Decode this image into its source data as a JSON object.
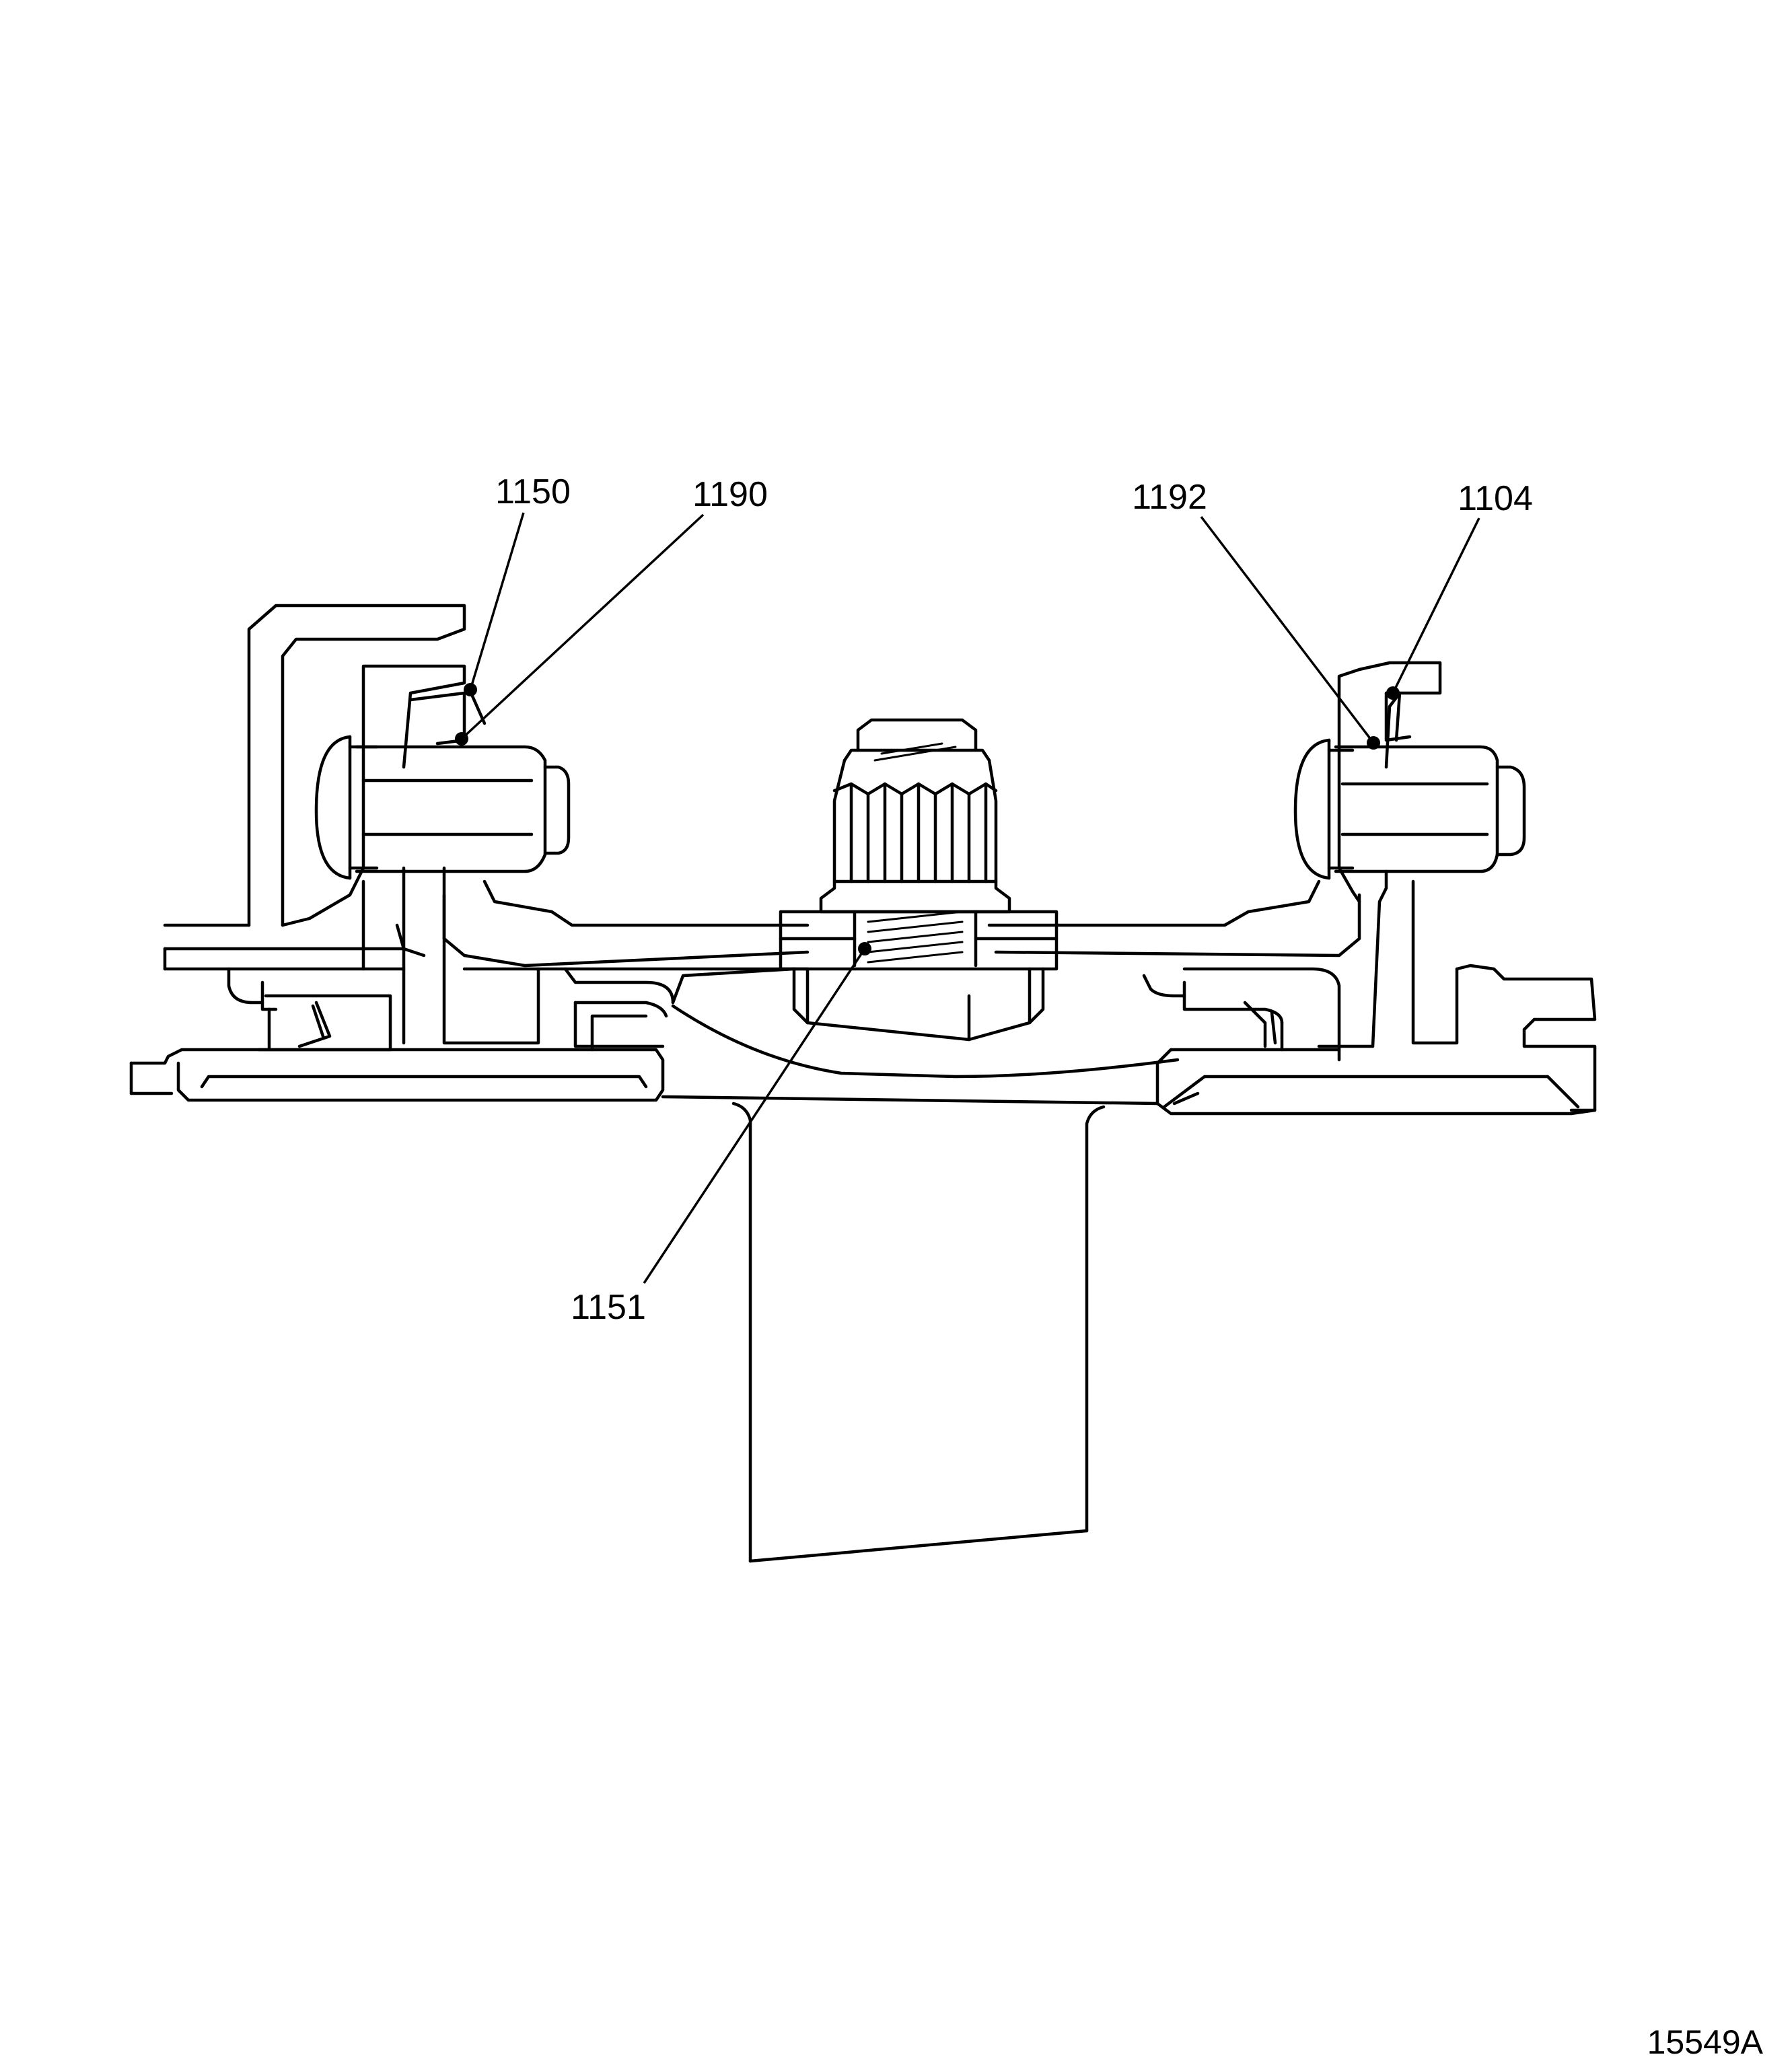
{
  "callouts": {
    "c1150": "1150",
    "c1190": "1190",
    "c1192": "1192",
    "c1104": "1104",
    "c1151": "1151"
  },
  "figure_id": "15549A"
}
